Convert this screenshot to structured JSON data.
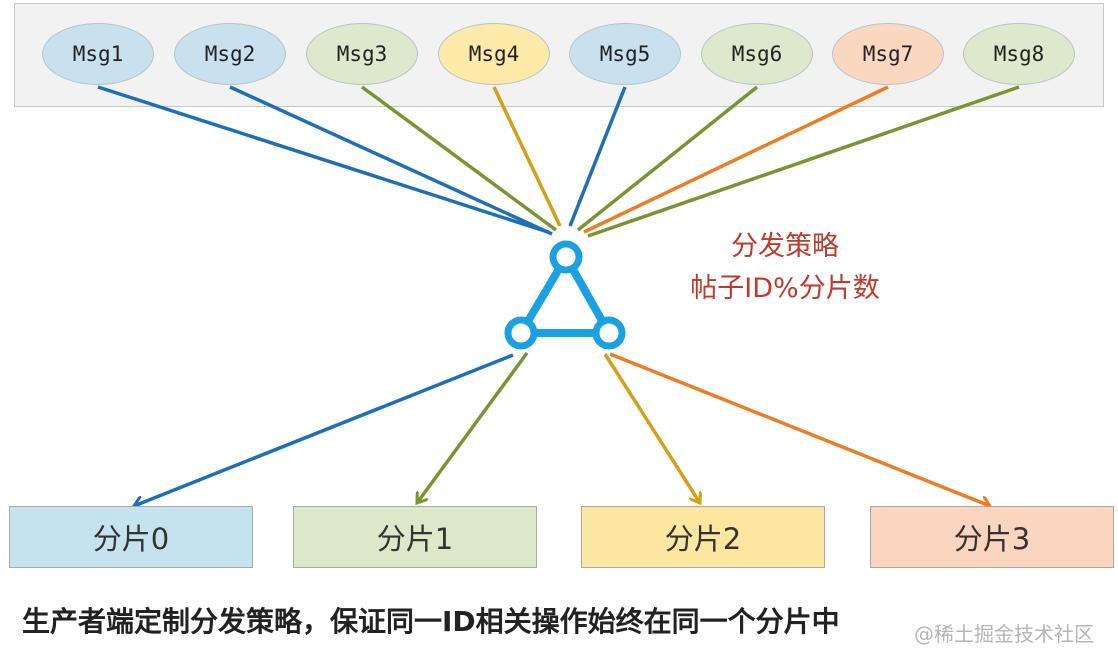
{
  "messages": [
    {
      "label": "Msg1",
      "color": "#c9e1ee",
      "line": "#1f6fb8"
    },
    {
      "label": "Msg2",
      "color": "#c9e1ee",
      "line": "#1f6fb8"
    },
    {
      "label": "Msg3",
      "color": "#dde8cc",
      "line": "#7a9432"
    },
    {
      "label": "Msg4",
      "color": "#fde9a8",
      "line": "#d4a017"
    },
    {
      "label": "Msg5",
      "color": "#c9e1ee",
      "line": "#1f6fb8"
    },
    {
      "label": "Msg6",
      "color": "#dde8cc",
      "line": "#7a9432"
    },
    {
      "label": "Msg7",
      "color": "#fbd7c0",
      "line": "#ee7d22"
    },
    {
      "label": "Msg8",
      "color": "#dde8cc",
      "line": "#7a9432"
    }
  ],
  "strategy": {
    "line1": "分发策略",
    "line2": "帖子ID%分片数"
  },
  "shards": [
    {
      "label": "分片0",
      "color": "#c5e2ef",
      "line": "#1f6fb8"
    },
    {
      "label": "分片1",
      "color": "#dde8c9",
      "line": "#7a9432"
    },
    {
      "label": "分片2",
      "color": "#fde6a0",
      "line": "#d4a017"
    },
    {
      "label": "分片3",
      "color": "#fbd5bf",
      "line": "#ee7d22"
    }
  ],
  "router_color": "#1ba1e2",
  "caption": "生产者端定制分发策略，保证同一ID相关操作始终在同一个分片中",
  "watermark": "@稀土掘金技术社区"
}
